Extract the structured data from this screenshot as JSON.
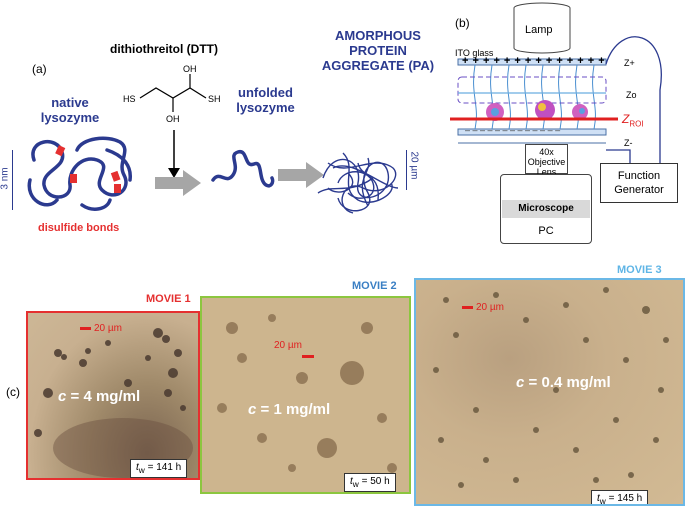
{
  "panel_a": {
    "letter": "(a)",
    "dtt_label": "dithiothreitol (DTT)",
    "native_label": "native lysozyme",
    "unfolded_label": "unfolded lysozyme",
    "aggregate_label": "AMORPHOUS PROTEIN AGGREGATE (PA)",
    "disulfide_label": "disulfide bonds",
    "scale_3nm": "3 nm",
    "scale_20um": "20 µm",
    "mol_oh1": "OH",
    "mol_oh2": "OH",
    "mol_hs1": "HS",
    "mol_sh2": "SH"
  },
  "panel_b": {
    "letter": "(b)",
    "lamp": "Lamp",
    "ito": "ITO glass",
    "zplus": "Z+",
    "zo": "Zo",
    "zroi": "Z",
    "zroi_sub": "ROI",
    "zminus": "Z-",
    "objective": "40x Objective Lens",
    "microscope": "Microscope",
    "pc": "PC",
    "function_generator": "Function Generator",
    "plus_row": "+ + + + + + + + + + + + + +",
    "minus_row": "– – – – – – – – – – – – –"
  },
  "panel_c": {
    "letter": "(c)",
    "movies": [
      {
        "title": "MOVIE 1",
        "title_color": "#e53030",
        "border": "#e53030",
        "c_sym": "c",
        "c_val": " = 4 mg/ml",
        "tw_sym": "t",
        "tw_sub": "w",
        "tw_val": " = 141 h",
        "scale": "20 µm"
      },
      {
        "title": "MOVIE 2",
        "title_color": "#3a7fc4",
        "border": "#8cc63f",
        "c_sym": "c",
        "c_val": " = 1 mg/ml",
        "tw_sym": "t",
        "tw_sub": "w",
        "tw_val": " = 50 h",
        "scale": "20 µm"
      },
      {
        "title": "MOVIE 3",
        "title_color": "#5fb5e6",
        "border": "#6bb8e6",
        "c_sym": "c",
        "c_val": " = 0.4 mg/ml",
        "tw_sym": "t",
        "tw_sub": "w",
        "tw_val": " = 145 h",
        "scale": "20 µm"
      }
    ]
  }
}
